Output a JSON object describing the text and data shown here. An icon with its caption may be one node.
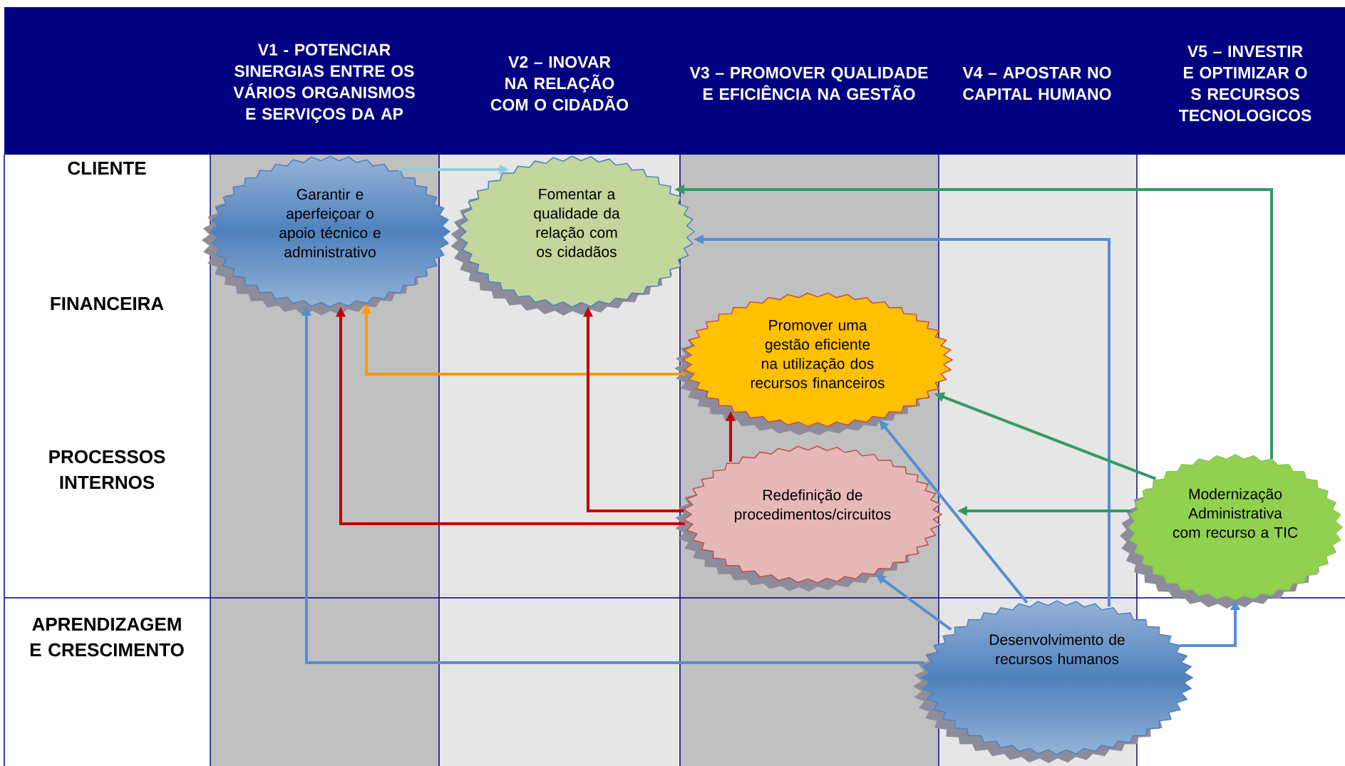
{
  "diagram": {
    "nodes": [
      {
        "text": [
          "Garantir e aperfeiçoar o apoio técnico e administrativo"
        ]
      },
      {
        "text": [
          "Fomentar a qualidade da relação com os cidadãos"
        ]
      },
      {
        "text": [
          "Promover uma gestão eficiente na utilização dos recursos financeiros"
        ]
      },
      {
        "text": [
          "Redefinição de procedimentos/circuitos"
        ]
      },
      {
        "text": [
          "Modernização Administrativa com recurso a TIC"
        ]
      },
      {
        "text": [
          "Desenvolvimento de recursos humanos"
        ]
      }
    ],
    "edges": [
      {
        "from": 0,
        "to": 1,
        "arrow": "to",
        "color": "#92cddc"
      },
      {
        "from": 4,
        "to": 1,
        "arrow": "to",
        "color": "#339966"
      },
      {
        "from": 5,
        "to": 1,
        "arrow": "to",
        "color": "#558ed5"
      },
      {
        "from": 2,
        "to": 0,
        "arrow": "to",
        "color": "#ff9900"
      },
      {
        "from": 3,
        "to": 2,
        "arrow": "to",
        "color": "#c00000"
      },
      {
        "from": 3,
        "to": 1,
        "arrow": "to",
        "color": "#c00000"
      },
      {
        "from": 3,
        "to": 0,
        "arrow": "to",
        "color": "#c00000"
      },
      {
        "from": 4,
        "to": 2,
        "arrow": "to",
        "color": "#339966"
      },
      {
        "from": 4,
        "to": 3,
        "arrow": "to",
        "color": "#339966"
      },
      {
        "from": 5,
        "to": 2,
        "arrow": "to",
        "color": "#558ed5"
      },
      {
        "from": 5,
        "to": 3,
        "arrow": "to",
        "color": "#558ed5"
      },
      {
        "from": 5,
        "to": 0,
        "arrow": "to",
        "color": "#558ed5"
      },
      {
        "from": 5,
        "to": 4,
        "arrow": "to",
        "color": "#558ed5"
      }
    ],
    "labels": [
      "V1 - POTENCIAR SINERGIAS ENTRE OS VÁRIOS ORGANISMOS E SERVIÇOS DA AP",
      "V2 – INOVAR NA RELAÇÃO COM O CIDADÃO",
      "V3 – PROMOVER QUALIDADE E EFICIÊNCIA NA GESTÃO",
      "V4 – APOSTAR NO CAPITAL HUMANO",
      "V5 – INVESTIR E OPTIMIZAR O S RECURSOS TECNOLOGICOS",
      "CLIENTE",
      "FINANCEIRA",
      "PROCESSOS INTERNOS",
      "APRENDIZAGEM E CRESCIMENTO"
    ]
  }
}
